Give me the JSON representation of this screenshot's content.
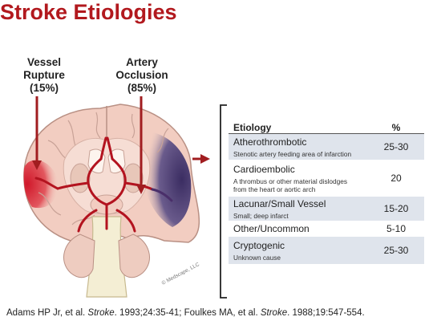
{
  "title": "Stroke Etiologies",
  "labels": {
    "rupture": [
      "Vessel",
      "Rupture",
      "(15%)"
    ],
    "occlusion": [
      "Artery",
      "Occlusion",
      "(85%)"
    ]
  },
  "watermark": "© Medscape, LLC",
  "table": {
    "headers": [
      "Etiology",
      "%"
    ],
    "rows": [
      {
        "name": "Atherothrombotic",
        "desc": [
          "Stenotic artery feeding area of infarction"
        ],
        "pct": "25-30",
        "shaded": true
      },
      {
        "name": "Cardioembolic",
        "desc": [
          "A thrombus or other material dislodges",
          "from the heart or aortic arch"
        ],
        "pct": "20",
        "shaded": false
      },
      {
        "name": "Lacunar/Small Vessel",
        "desc": [
          "Small; deep infarct"
        ],
        "pct": "15-20",
        "shaded": true
      },
      {
        "name": "Other/Uncommon",
        "desc": [],
        "pct": "5-10",
        "shaded": false
      },
      {
        "name": "Cryptogenic",
        "desc": [
          "Unknown cause"
        ],
        "pct": "25-30",
        "shaded": true
      }
    ]
  },
  "citation": {
    "p1": "Adams HP Jr, et al. ",
    "j1": "Stroke",
    "p2": ". 1993;24:35-41; Foulkes MA, et al. ",
    "j2": "Stroke",
    "p3": ". 1988;19:547-554."
  },
  "colors": {
    "title": "#b2191e",
    "arrow": "#a11d20",
    "hemorrhage": "#d81f2a",
    "ischemia": "#4a3b6e",
    "tableShade": "#dfe4ec"
  }
}
